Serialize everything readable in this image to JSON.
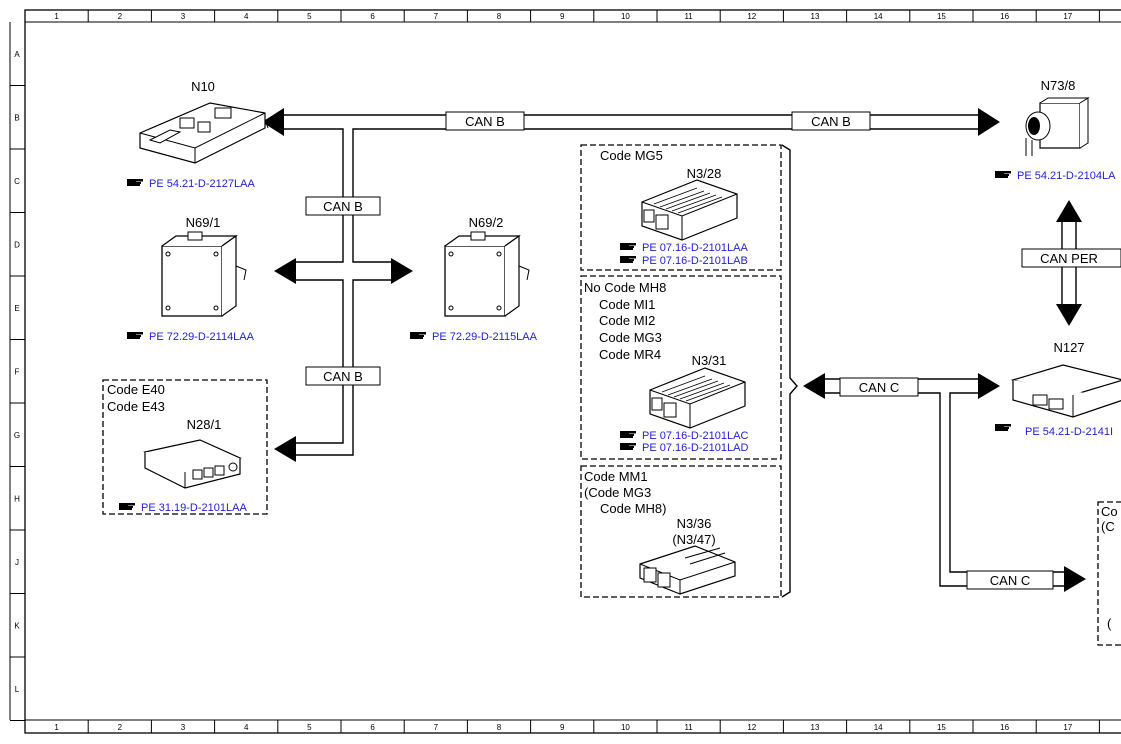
{
  "ruler": {
    "columns": [
      "1",
      "2",
      "3",
      "4",
      "5",
      "6",
      "7",
      "8",
      "9",
      "10",
      "11",
      "12",
      "13",
      "14",
      "15",
      "16",
      "17"
    ],
    "rows": [
      "A",
      "B",
      "C",
      "D",
      "E",
      "F",
      "G",
      "H",
      "J",
      "K",
      "L"
    ]
  },
  "bus": {
    "can_b": "CAN B",
    "can_c": "CAN C",
    "can_per": "CAN PER"
  },
  "modules": {
    "n10": {
      "name": "N10",
      "ref": "PE 54.21-D-2127LAA"
    },
    "n69_1": {
      "name": "N69/1",
      "ref": "PE 72.29-D-2114LAA"
    },
    "n69_2": {
      "name": "N69/2",
      "ref": "PE 72.29-D-2115LAA"
    },
    "n28_1": {
      "name": "N28/1",
      "ref": "PE 31.19-D-2101LAA",
      "codes": [
        "Code E40",
        "Code E43"
      ]
    },
    "n73_8": {
      "name": "N73/8",
      "ref": "PE 54.21-D-2104LA"
    },
    "n127": {
      "name": "N127",
      "ref": "PE 54.21-D-2141I"
    },
    "n3_28": {
      "name": "N3/28",
      "codes": [
        "Code MG5"
      ],
      "refs": [
        "PE 07.16-D-2101LAA",
        "PE 07.16-D-2101LAB"
      ]
    },
    "n3_31": {
      "name": "N3/31",
      "codes": [
        "No Code MH8",
        "Code MI1",
        "Code MI2",
        "Code MG3",
        "Code MR4"
      ],
      "refs": [
        "PE 07.16-D-2101LAC",
        "PE 07.16-D-2101LAD"
      ]
    },
    "n3_36": {
      "name": "N3/36",
      "alt": "(N3/47)",
      "codes": [
        "Code MM1",
        "(Code MG3",
        "Code MH8)"
      ]
    }
  },
  "partial": {
    "line1": "Co",
    "line2": "(C",
    "line3": "("
  },
  "icons": [
    "hand-pointer-icon"
  ]
}
